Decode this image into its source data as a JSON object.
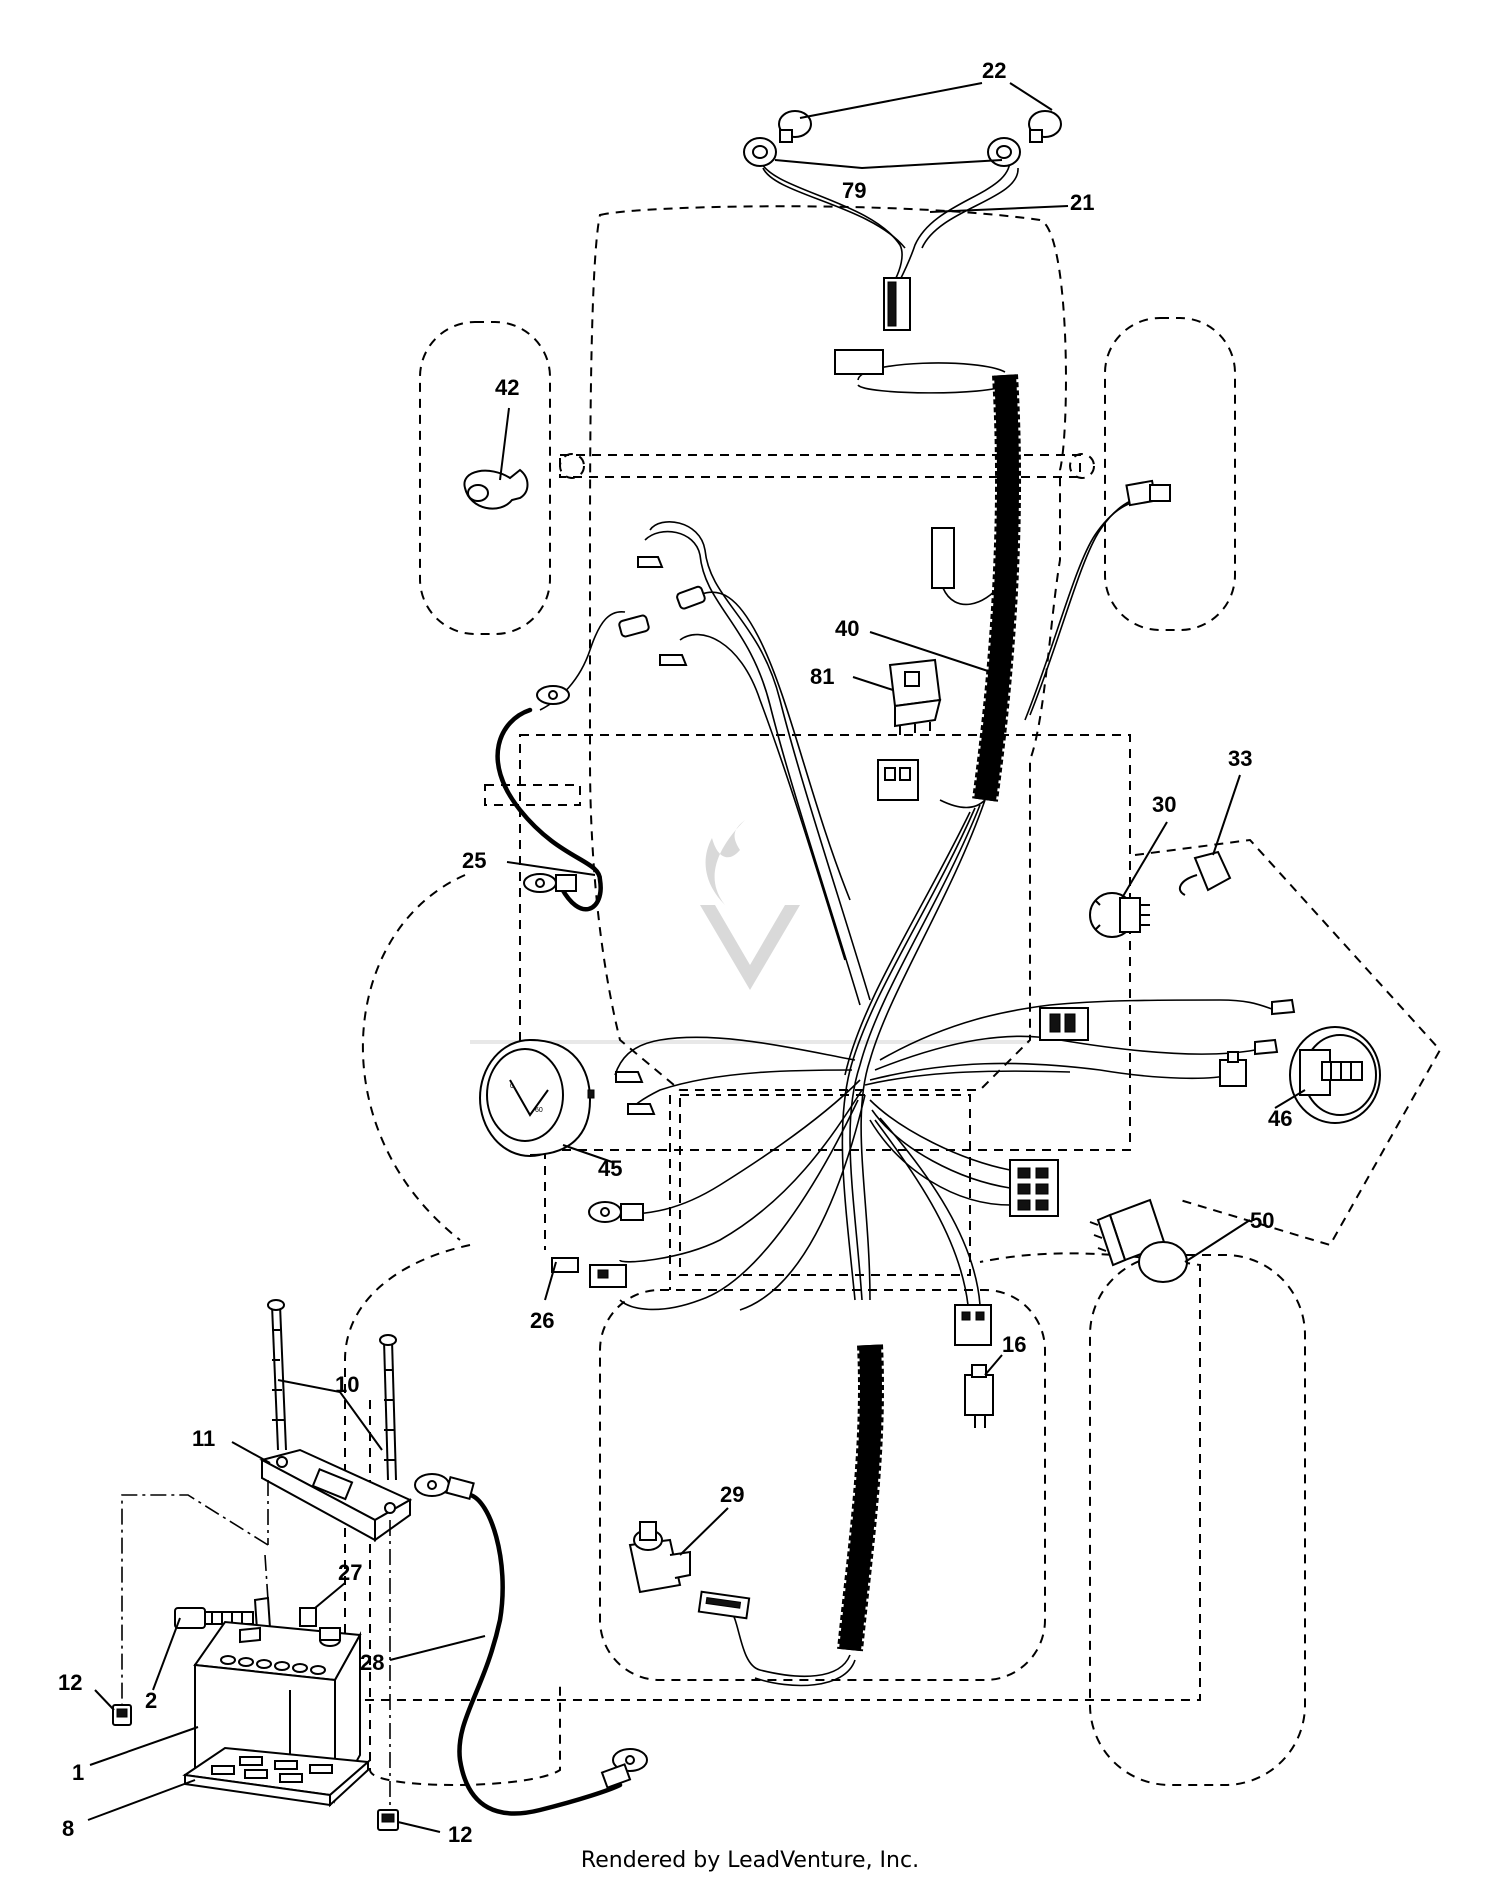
{
  "labels": {
    "p1": "1",
    "p2": "2",
    "p8": "8",
    "p10": "10",
    "p11": "11",
    "p12a": "12",
    "p12b": "12",
    "p16": "16",
    "p21": "21",
    "p22": "22",
    "p25": "25",
    "p26": "26",
    "p27": "27",
    "p28": "28",
    "p29": "29",
    "p30": "30",
    "p33": "33",
    "p40": "40",
    "p42": "42",
    "p45": "45",
    "p46": "46",
    "p50": "50",
    "p79": "79",
    "p81": "81"
  },
  "footer": "Rendered by LeadVenture, Inc.",
  "colors": {
    "line": "#000000",
    "background": "#ffffff",
    "watermark": "#d9d9d9"
  }
}
